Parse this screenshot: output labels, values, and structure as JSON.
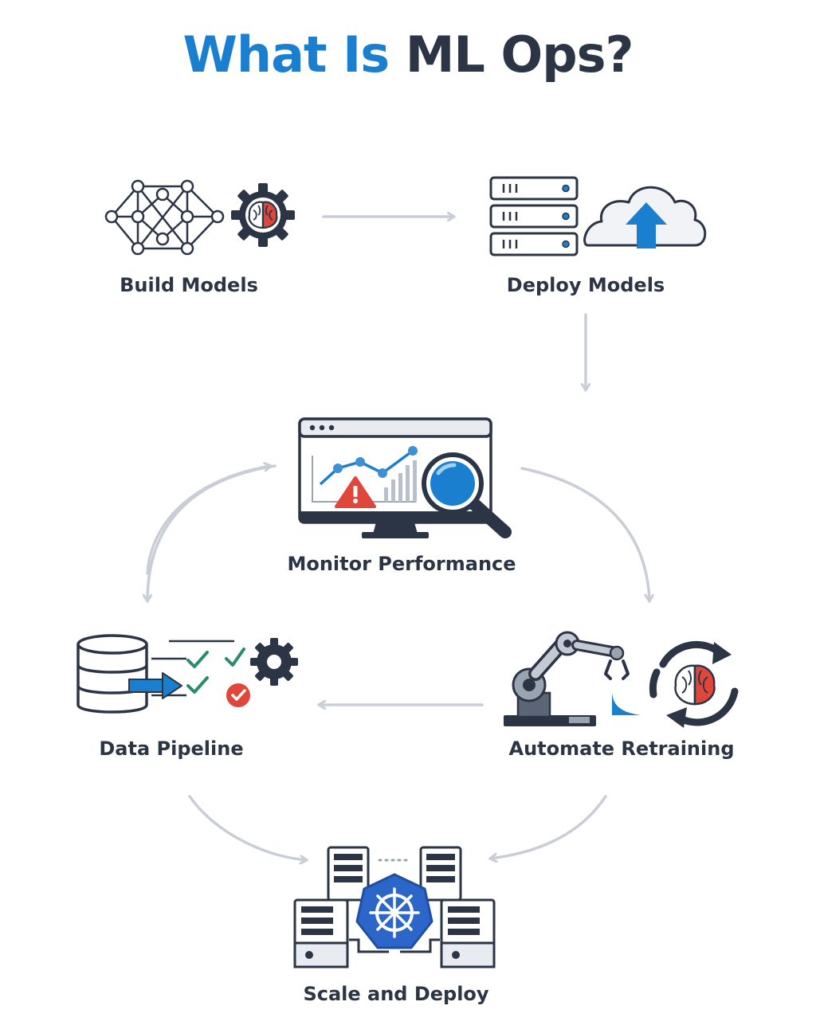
{
  "title": {
    "part1": "What Is",
    "part2": "ML Ops?"
  },
  "nodes": {
    "build": {
      "label": "Build Models"
    },
    "deploy": {
      "label": "Deploy Models"
    },
    "monitor": {
      "label": "Monitor Performance"
    },
    "pipeline": {
      "label": "Data Pipeline"
    },
    "retrain": {
      "label": "Automate Retraining"
    },
    "scale": {
      "label": "Scale and Deploy"
    }
  },
  "colors": {
    "accent_blue": "#1b7fd0",
    "dark": "#2b3545",
    "arrow_gray": "#c9ced6",
    "alert_red": "#e0463a",
    "check_green": "#2a8c6e"
  }
}
